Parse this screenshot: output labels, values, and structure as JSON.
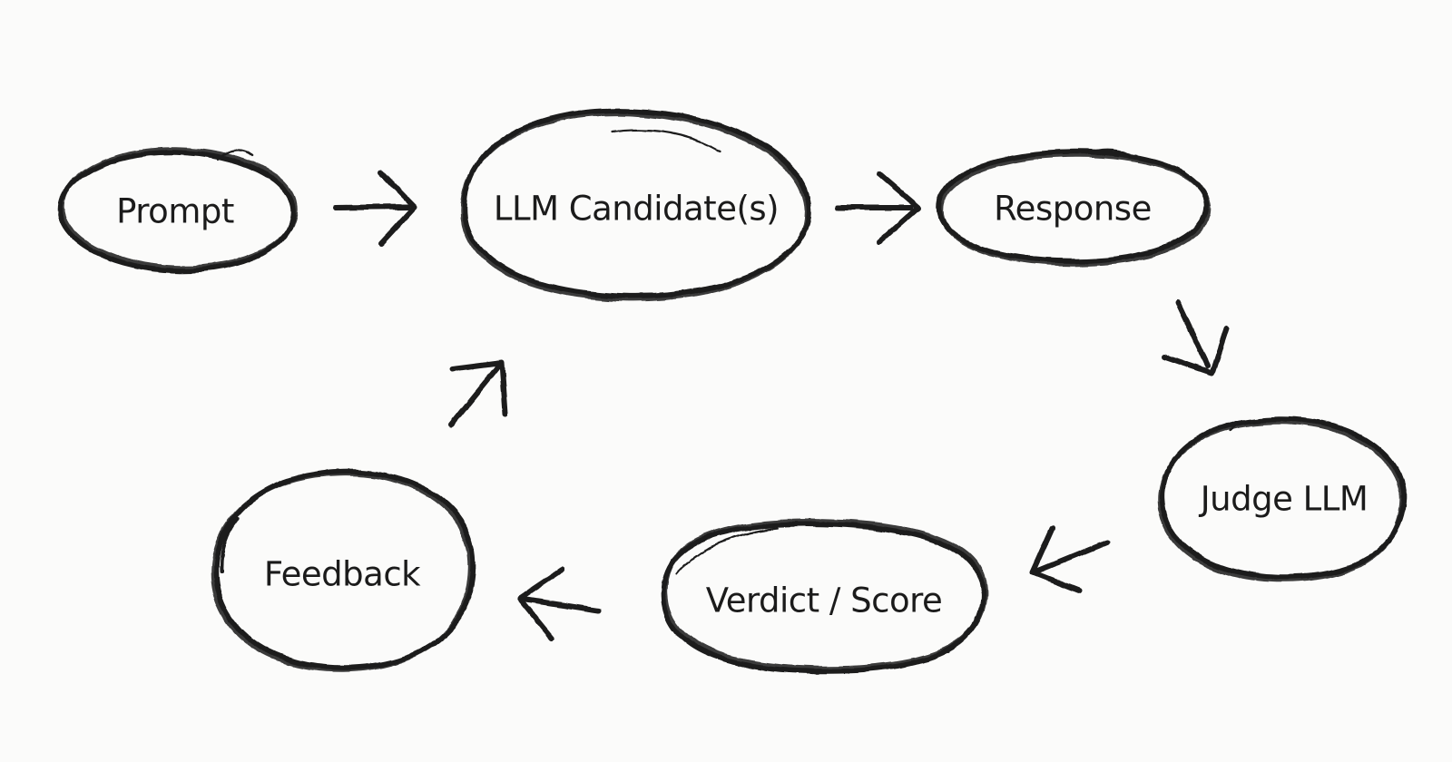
{
  "diagram": {
    "type": "flow-loop",
    "style": "hand-drawn-sketch",
    "colors": {
      "background": "#fbfbfa",
      "ink": "#1b1b1b"
    },
    "nodes": [
      {
        "id": "prompt",
        "label": "Prompt"
      },
      {
        "id": "llm-candidates",
        "label": "LLM Candidate(s)"
      },
      {
        "id": "response",
        "label": "Response"
      },
      {
        "id": "judge-llm",
        "label": "Judge LLM"
      },
      {
        "id": "verdict-score",
        "label": "Verdict / Score"
      },
      {
        "id": "feedback",
        "label": "Feedback"
      }
    ],
    "edges": [
      {
        "from": "prompt",
        "to": "llm-candidates",
        "direction": "right"
      },
      {
        "from": "llm-candidates",
        "to": "response",
        "direction": "right"
      },
      {
        "from": "response",
        "to": "judge-llm",
        "direction": "down-right"
      },
      {
        "from": "judge-llm",
        "to": "verdict-score",
        "direction": "down-left"
      },
      {
        "from": "verdict-score",
        "to": "feedback",
        "direction": "left"
      },
      {
        "from": "feedback",
        "to": "llm-candidates",
        "direction": "up-right"
      }
    ]
  }
}
